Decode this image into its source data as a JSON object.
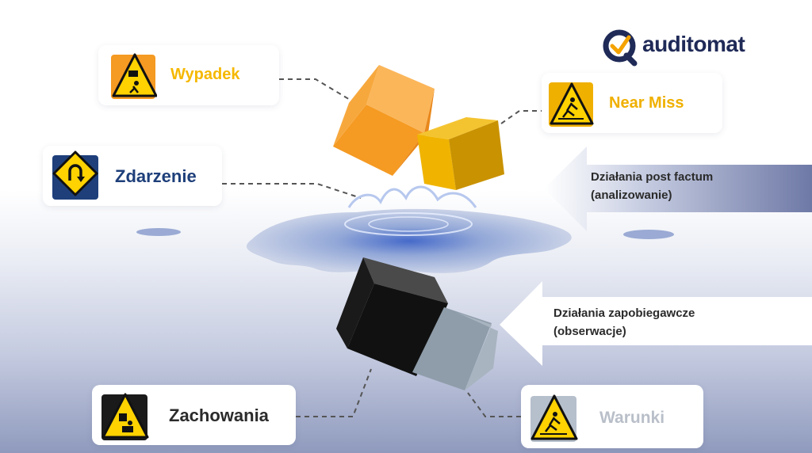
{
  "brand": {
    "name": "auditomat",
    "logo_icon": "q-checkmark-logo-icon",
    "accent": "#f4a300",
    "navy": "#1f2a57"
  },
  "cards": {
    "wypadek": {
      "label": "Wypadek",
      "icon": "falling-object-warning-icon",
      "color": "#f5b800"
    },
    "near_miss": {
      "label": "Near Miss",
      "icon": "slip-warning-icon",
      "color": "#f0b000"
    },
    "zdarzenie": {
      "label": "Zdarzenie",
      "icon": "u-turn-road-sign-icon",
      "color": "#1e3f7a"
    },
    "zachowania": {
      "label": "Zachowania",
      "icon": "falling-load-warning-icon",
      "color": "#2b2b2b"
    },
    "warunki": {
      "label": "Warunki",
      "icon": "slip-warning-icon",
      "color": "#b9bfc9"
    }
  },
  "arrows": {
    "post_factum": {
      "line1": "Działania post factum",
      "line2": "(analizowanie)"
    },
    "preventive": {
      "line1": "Działania zapobiegawcze",
      "line2": "(obserwacje)"
    }
  }
}
